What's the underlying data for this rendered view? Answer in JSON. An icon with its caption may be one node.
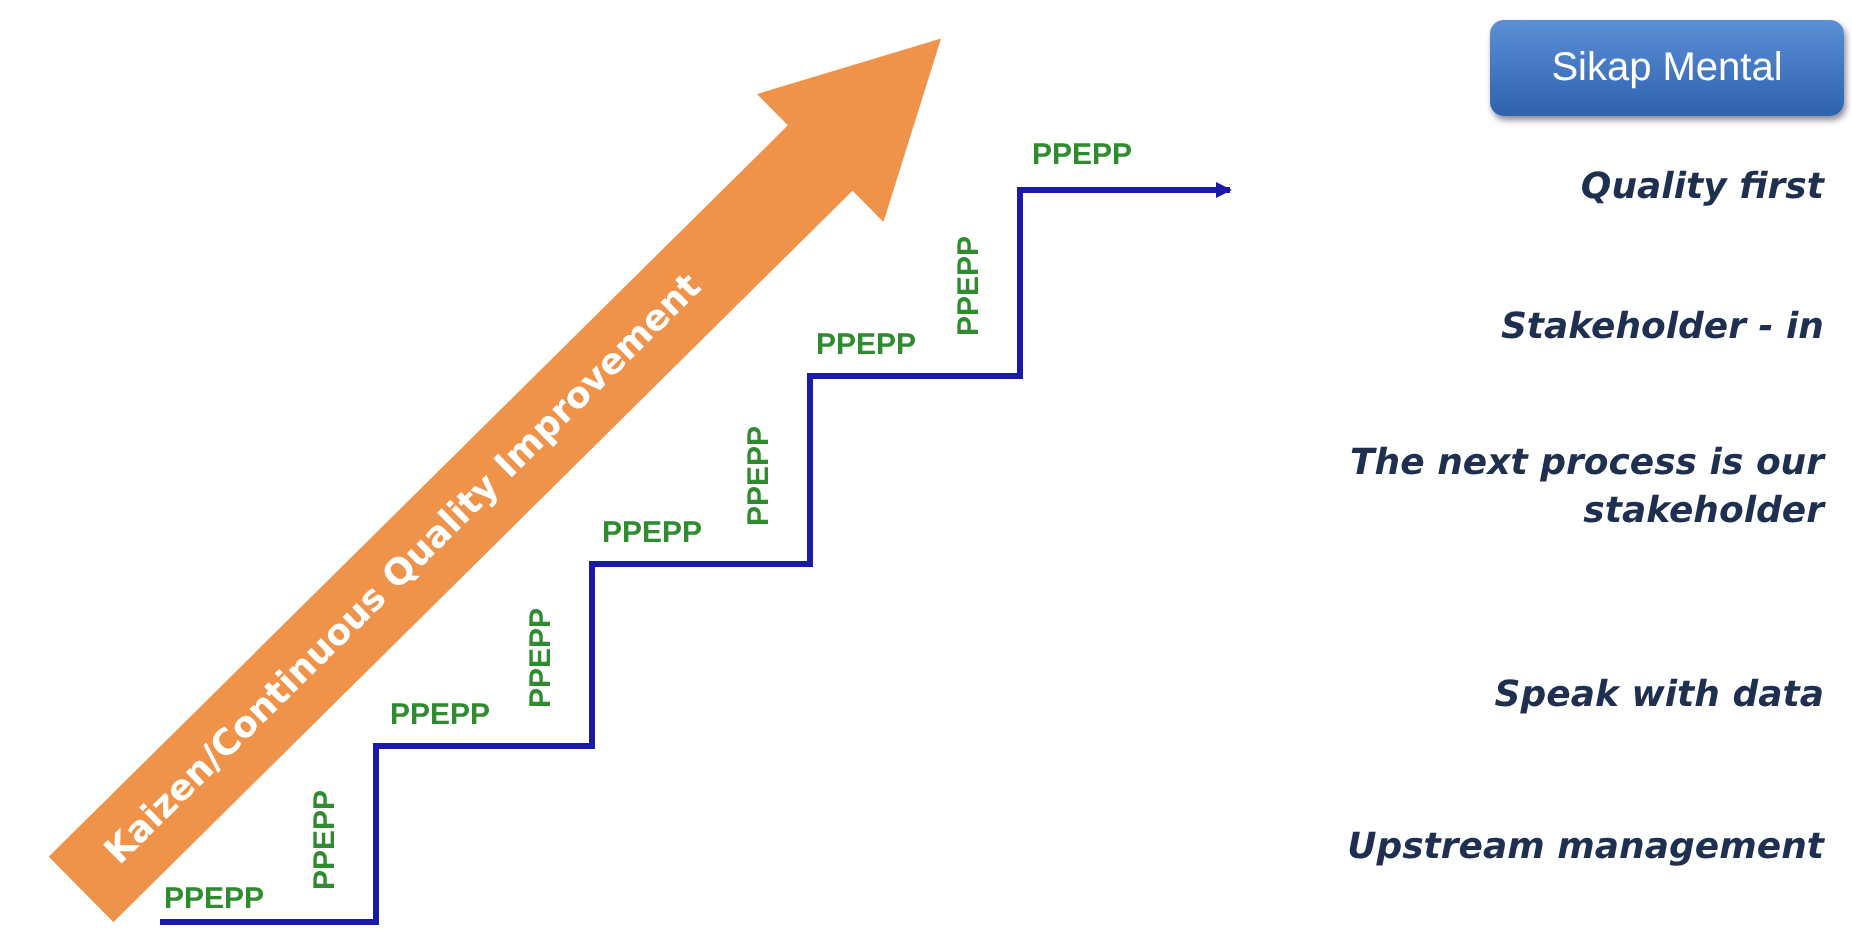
{
  "diagram": {
    "nodes": [
      {
        "text": [
          "Kaizen/Continuous Quality Improvement"
        ]
      },
      {
        "text": [
          "Sikap Mental"
        ]
      }
    ],
    "edges": [],
    "labels": [
      "PPEPP",
      "PPEPP",
      "PPEPP",
      "PPEPP",
      "PPEPP",
      "PPEPP",
      "PPEPP",
      "PPEPP",
      "PPEPP",
      "Quality first",
      "Stakeholder - in",
      "The next process is our stakeholder",
      "Speak with data",
      "Upstream management"
    ]
  }
}
